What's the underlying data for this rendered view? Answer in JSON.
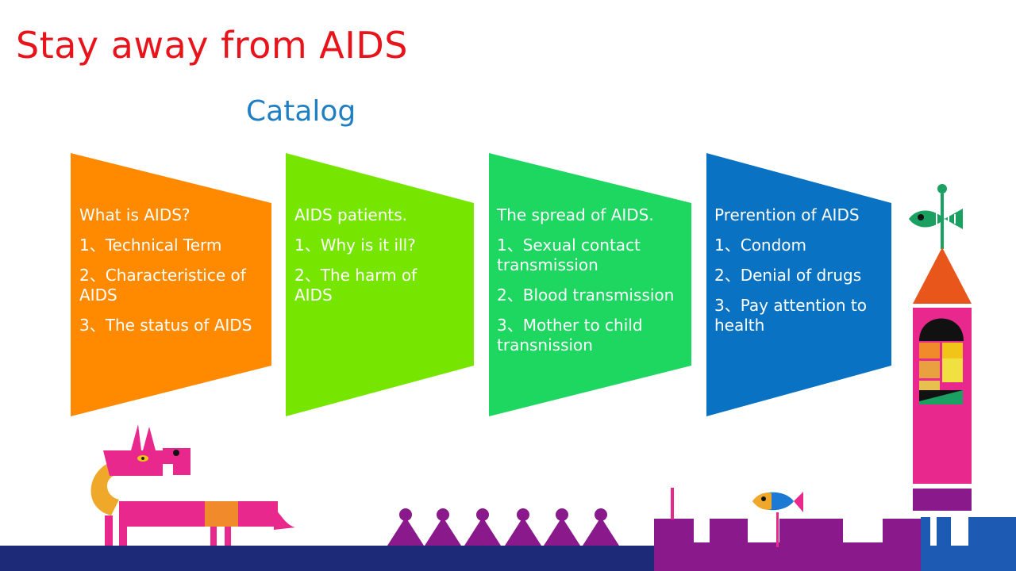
{
  "slide": {
    "title": "Stay away from AIDS",
    "subtitle": "Catalog"
  },
  "panels": [
    {
      "color": "#ff8a00",
      "heading": "What is AIDS?",
      "items": [
        "1、Technical Term",
        "2、Characteristice of AIDS",
        "3、The status of AIDS"
      ]
    },
    {
      "color": "#76e600",
      "heading": "AIDS patients.",
      "items": [
        "1、Why is it ill?",
        "2、The harm of AIDS"
      ]
    },
    {
      "color": "#1ed760",
      "heading": "The spread of AIDS.",
      "items": [
        "1、Sexual contact transmission",
        "2、Blood transmission",
        "3、Mother to child transnission"
      ]
    },
    {
      "color": "#0a72c2",
      "heading": "Prerention of AIDS",
      "items": [
        "1、Condom",
        "2、Denial of drugs",
        "3、Pay attention to health"
      ]
    }
  ],
  "colors": {
    "title": "#e8141b",
    "subtitle": "#1f7fc2",
    "ground": "#1c2a78",
    "magenta": "#e8288c",
    "purple": "#8a1a8c",
    "tower_roof": "#e8561c"
  },
  "icons": [
    "dog-illustration",
    "tower-illustration",
    "fish-weathervane-icon",
    "fish-icon",
    "castle-wall-illustration",
    "triangle-people-illustration"
  ]
}
